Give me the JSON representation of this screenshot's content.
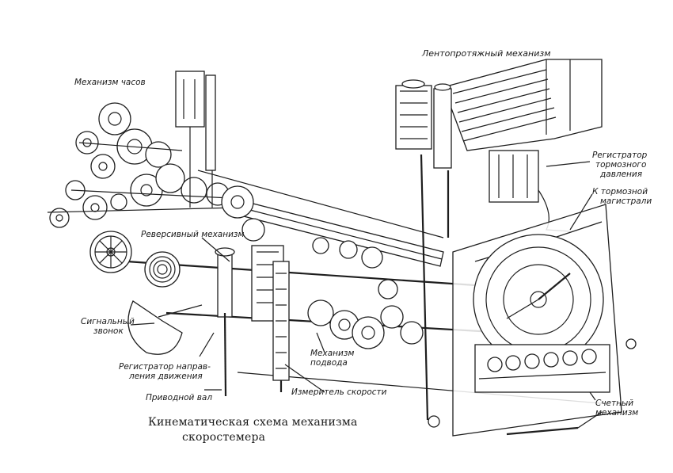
{
  "caption": {
    "line1": "Кинематическая схема механизма",
    "line2": "скоростемера"
  },
  "labels": {
    "clock_mechanism": "Механизм часов",
    "tape_drive": "Лентопротяжный механизм",
    "brake_pressure_registrar_1": "Регистратор",
    "brake_pressure_registrar_2": "тормозного",
    "brake_pressure_registrar_3": "давления",
    "to_brake_line_1": "К тормозной",
    "to_brake_line_2": "магистрали",
    "reverse_mechanism": "Реверсивный механизм",
    "signal_bell_1": "Сигнальный",
    "signal_bell_2": "звонок",
    "direction_registrar_1": "Регистратор направ-",
    "direction_registrar_2": "ления движения",
    "drive_shaft": "Приводной вал",
    "feed_mechanism_1": "Механизм",
    "feed_mechanism_2": "подвода",
    "speed_meter": "Измеритель скорости",
    "counter_mechanism_1": "Счетный",
    "counter_mechanism_2": "механизм"
  }
}
